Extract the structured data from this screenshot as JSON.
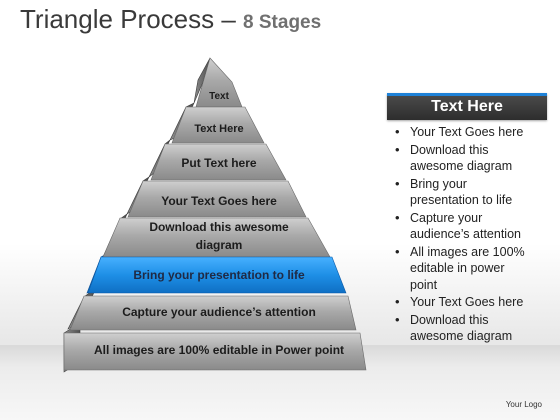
{
  "title": {
    "main": "Triangle Process –",
    "sub": "8 Stages"
  },
  "pyramid": {
    "levels": [
      {
        "label": "Text"
      },
      {
        "label": "Text Here"
      },
      {
        "label": "Put Text here"
      },
      {
        "label": "Your Text Goes here"
      },
      {
        "label_line1": "Download this awesome",
        "label_line2": "diagram"
      },
      {
        "label": "Bring your presentation to life"
      },
      {
        "label": "Capture your audience’s  attention"
      },
      {
        "label": "All images are 100% editable in Power point"
      }
    ],
    "highlight_index": 5,
    "colors": {
      "face": "#9e9e9e",
      "side": "#5a5a5a",
      "highlight": "#1e8fe6"
    }
  },
  "panel": {
    "header": "Text Here",
    "bullets": [
      {
        "lines": [
          "Your Text Goes here"
        ]
      },
      {
        "lines": [
          "Download this",
          "awesome diagram"
        ]
      },
      {
        "lines": [
          "Bring your",
          "presentation to life"
        ]
      },
      {
        "lines": [
          "Capture your",
          "audience’s attention"
        ]
      },
      {
        "lines": [
          "All images are 100%",
          "editable in power",
          "point"
        ]
      },
      {
        "lines": [
          "Your Text Goes here"
        ]
      },
      {
        "lines": [
          "Download this",
          "awesome diagram"
        ]
      }
    ],
    "colors": {
      "accent": "#1e82d8",
      "header_bg": "#333333"
    }
  },
  "logo": "Your Logo"
}
